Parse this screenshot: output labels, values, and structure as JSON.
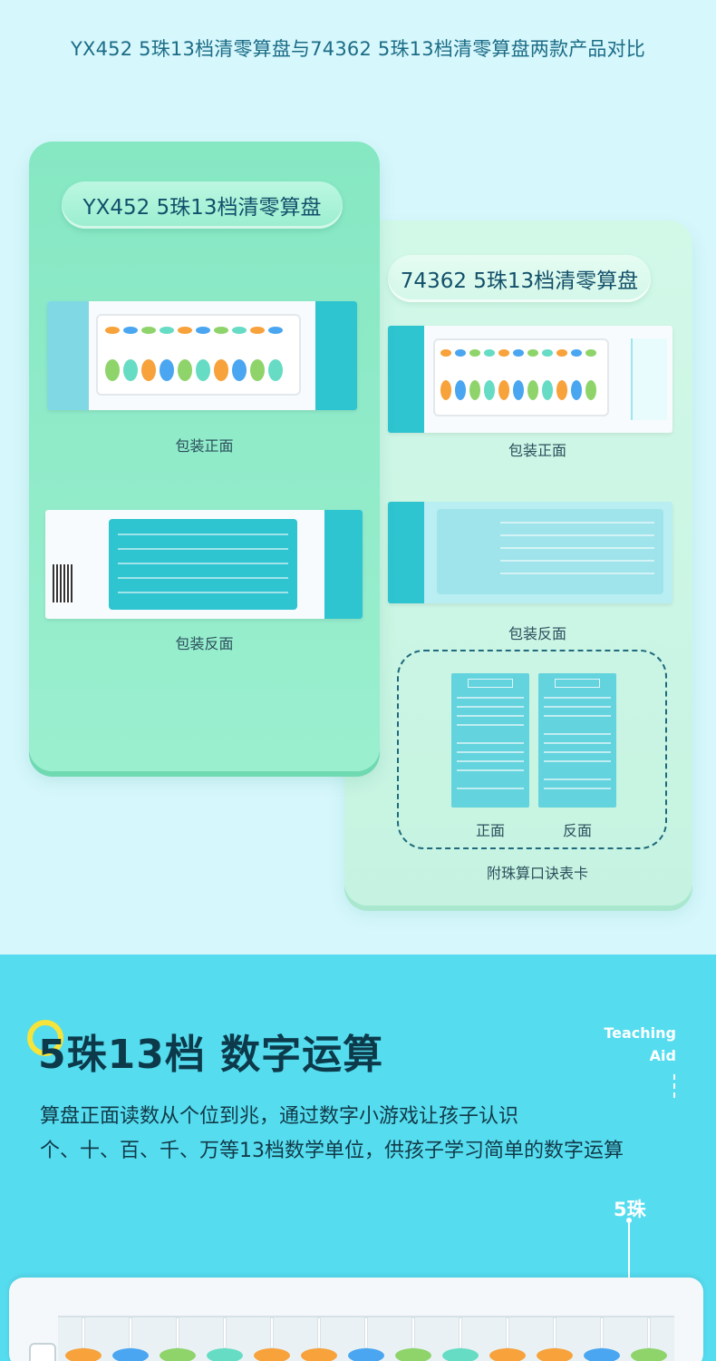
{
  "page_title": "YX452 5珠13档清零算盘与74362 5珠13档清零算盘两款产品对比",
  "left_card": {
    "title": "YX452 5珠13档清零算盘",
    "front_caption": "包装正面",
    "back_caption": "包装反面"
  },
  "right_card": {
    "title": "74362 5珠13档清零算盘",
    "front_caption": "包装正面",
    "back_caption": "包装反面",
    "card_front_label": "正面",
    "card_back_label": "反面",
    "card_caption": "附珠算口诀表卡"
  },
  "feature": {
    "title": "5珠13档 数字运算",
    "tag_line1": "Teaching",
    "tag_line2": "Aid",
    "desc_line1": "算盘正面读数从个位到兆，通过数字小游戏让孩子认识",
    "desc_line2": "个、十、百、千、万等13档数学单位，供孩子学习简单的数字运算",
    "bead_label": "5珠"
  },
  "colors": {
    "teal": "#2ec4d0",
    "orange": "#f7a23b",
    "blue": "#4aa6f0",
    "green": "#8ed46a",
    "mint": "#66dcc4",
    "accent_yellow": "#f6e43a"
  }
}
